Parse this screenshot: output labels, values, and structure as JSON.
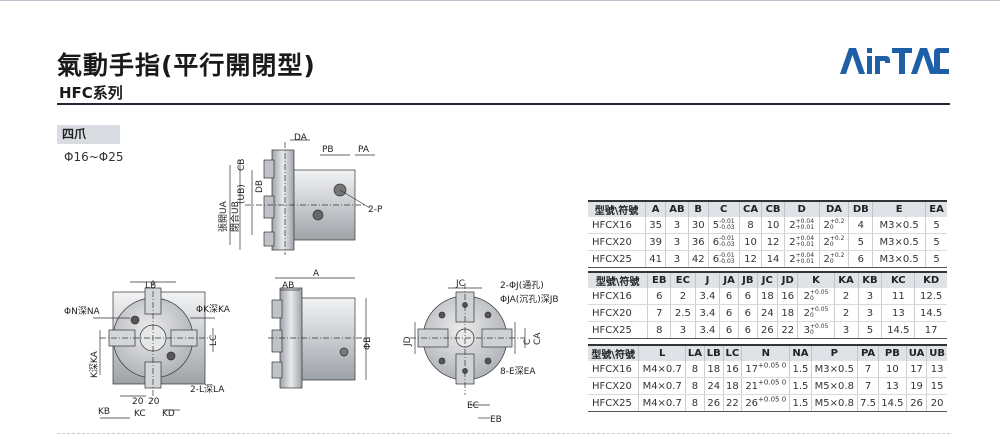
{
  "header": {
    "title": "氣動手指(平行開閉型)",
    "series": "HFC系列",
    "logo_text": "AirTAC"
  },
  "section": {
    "tag": "四爪",
    "size_range": "Φ16~Φ25"
  },
  "drawing_labels": {
    "DA": "DA",
    "PB": "PB",
    "PA": "PA",
    "CB": "CB",
    "UB": "(UB)",
    "DB": "DB",
    "open_UA": "張開UA",
    "close_UB": "閉合UB",
    "P2": "2-P",
    "LB": "LB",
    "A": "A",
    "AB": "AB",
    "JC": "JC",
    "NA": "ΦN深NA",
    "KA": "ΦK深KA",
    "LC": "LC",
    "KdeepKA": "K深KA",
    "L2": "2-L深LA",
    "KB": "KB",
    "KC": "KC",
    "KD": "KD",
    "a20": "20",
    "b20": "20",
    "PhiB": "ΦB",
    "J_thru": "2-ΦJ(通孔)",
    "JA_cb": "ΦJA(沉孔)深JB",
    "JD": "JD",
    "CA": "CA",
    "C": "C",
    "E8": "8-E深EA",
    "EC": "EC",
    "EB": "EB"
  },
  "table1": {
    "headers": [
      "型號\\符號",
      "A",
      "AB",
      "B",
      "C",
      "CA",
      "CB",
      "D",
      "DA",
      "DB",
      "E",
      "EA"
    ],
    "rows": [
      {
        "model": "HFCX16",
        "A": "35",
        "AB": "3",
        "B": "30",
        "C": "5",
        "C_tol": [
          "-0.01",
          "-0.03"
        ],
        "CA": "8",
        "CB": "10",
        "D": "2",
        "D_tol": [
          "+0.04",
          "+0.01"
        ],
        "DA": "2",
        "DA_tol": [
          "+0.2",
          "0"
        ],
        "DB": "4",
        "E": "M3×0.5",
        "EA": "5"
      },
      {
        "model": "HFCX20",
        "A": "39",
        "AB": "3",
        "B": "36",
        "C": "6",
        "C_tol": [
          "-0.01",
          "-0.03"
        ],
        "CA": "10",
        "CB": "12",
        "D": "2",
        "D_tol": [
          "+0.04",
          "+0.01"
        ],
        "DA": "2",
        "DA_tol": [
          "+0.2",
          "0"
        ],
        "DB": "5",
        "E": "M3×0.5",
        "EA": "5"
      },
      {
        "model": "HFCX25",
        "A": "41",
        "AB": "3",
        "B": "42",
        "C": "6",
        "C_tol": [
          "-0.01",
          "-0.03"
        ],
        "CA": "12",
        "CB": "14",
        "D": "2",
        "D_tol": [
          "+0.04",
          "+0.01"
        ],
        "DA": "2",
        "DA_tol": [
          "+0.2",
          "0"
        ],
        "DB": "6",
        "E": "M3×0.5",
        "EA": "5"
      }
    ]
  },
  "table2": {
    "headers": [
      "型號\\符號",
      "EB",
      "EC",
      "J",
      "JA",
      "JB",
      "JC",
      "JD",
      "K",
      "KA",
      "KB",
      "KC",
      "KD"
    ],
    "rows": [
      {
        "model": "HFCX16",
        "EB": "6",
        "EC": "2",
        "J": "3.4",
        "JA": "6",
        "JB": "6",
        "JC": "18",
        "JD": "16",
        "K": "2",
        "K_tol": [
          "+0.05",
          "0"
        ],
        "KA": "2",
        "KB": "3",
        "KC": "11",
        "KD": "12.5"
      },
      {
        "model": "HFCX20",
        "EB": "7",
        "EC": "2.5",
        "J": "3.4",
        "JA": "6",
        "JB": "6",
        "JC": "24",
        "JD": "18",
        "K": "2",
        "K_tol": [
          "+0.05",
          "0"
        ],
        "KA": "2",
        "KB": "3",
        "KC": "13",
        "KD": "14.5"
      },
      {
        "model": "HFCX25",
        "EB": "8",
        "EC": "3",
        "J": "3.4",
        "JA": "6",
        "JB": "6",
        "JC": "26",
        "JD": "22",
        "K": "3",
        "K_tol": [
          "+0.05",
          "0"
        ],
        "KA": "3",
        "KB": "5",
        "KC": "14.5",
        "KD": "17"
      }
    ]
  },
  "table3": {
    "headers": [
      "型號\\符號",
      "L",
      "LA",
      "LB",
      "LC",
      "N",
      "NA",
      "P",
      "PA",
      "PB",
      "UA",
      "UB"
    ],
    "rows": [
      {
        "model": "HFCX16",
        "L": "M4×0.7",
        "LA": "8",
        "LB": "18",
        "LC": "16",
        "N": "17",
        "N_sup": "+0.05 0",
        "NA": "1.5",
        "P": "M3×0.5",
        "PA": "7",
        "PB": "10",
        "UA": "17",
        "UB": "13"
      },
      {
        "model": "HFCX20",
        "L": "M4×0.7",
        "LA": "8",
        "LB": "24",
        "LC": "18",
        "N": "21",
        "N_sup": "+0.05 0",
        "NA": "1.5",
        "P": "M5×0.8",
        "PA": "7",
        "PB": "13",
        "UA": "19",
        "UB": "15"
      },
      {
        "model": "HFCX25",
        "L": "M4×0.7",
        "LA": "8",
        "LB": "26",
        "LC": "22",
        "N": "26",
        "N_sup": "+0.05 0",
        "NA": "1.5",
        "P": "M5×0.8",
        "PA": "7.5",
        "PB": "14.5",
        "UA": "26",
        "UB": "20"
      }
    ]
  }
}
